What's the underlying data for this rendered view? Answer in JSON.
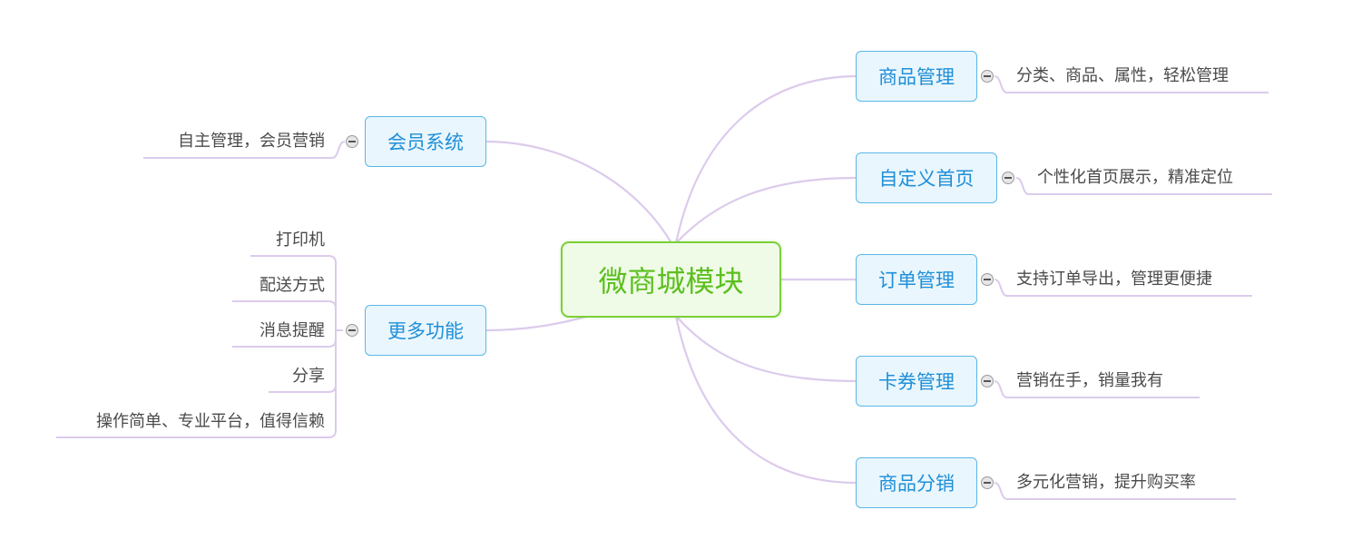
{
  "center": {
    "label": "微商城模块"
  },
  "branches": [
    {
      "label": "商品管理",
      "children": [
        "分类、商品、属性，轻松管理"
      ],
      "collapse_icon": "collapse-minus-icon"
    },
    {
      "label": "自定义首页",
      "children": [
        "个性化首页展示，精准定位"
      ],
      "collapse_icon": "collapse-minus-icon"
    },
    {
      "label": "订单管理",
      "children": [
        "支持订单导出，管理更便捷"
      ],
      "collapse_icon": "collapse-minus-icon"
    },
    {
      "label": "卡券管理",
      "children": [
        "营销在手，销量我有"
      ],
      "collapse_icon": "collapse-minus-icon"
    },
    {
      "label": "商品分销",
      "children": [
        "多元化营销，提升购买率"
      ],
      "collapse_icon": "collapse-minus-icon"
    },
    {
      "label": "会员系统",
      "children": [
        "自主管理，会员营销"
      ],
      "collapse_icon": "collapse-minus-icon"
    },
    {
      "label": "更多功能",
      "children": [
        "打印机",
        "配送方式",
        "消息提醒",
        "分享",
        "操作简单、专业平台，值得信赖"
      ],
      "collapse_icon": "collapse-minus-icon"
    }
  ],
  "colors": {
    "center_border": "#7ccf3a",
    "center_text": "#5bbf1e",
    "topic_border": "#5bb7e6",
    "topic_text": "#1f8fd8",
    "connector": "#dccbec"
  }
}
